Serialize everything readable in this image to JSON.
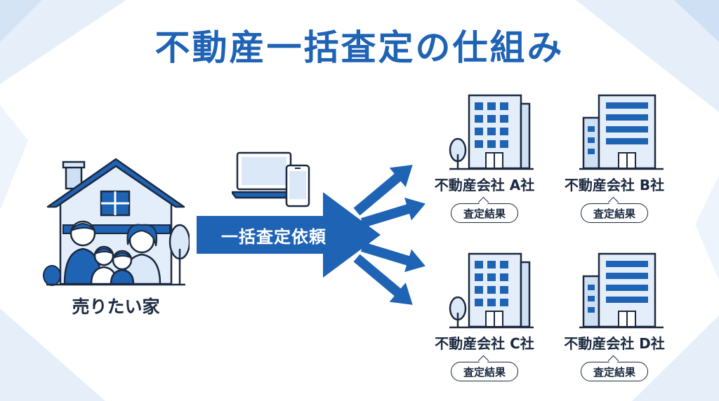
{
  "title": "不動産一括査定の仕組み",
  "house": {
    "label": "売りたい家"
  },
  "request": {
    "label": "一括査定依頼"
  },
  "companies": [
    {
      "name": "不動産会社 A社",
      "result": "査定結果"
    },
    {
      "name": "不動産会社 B社",
      "result": "査定結果"
    },
    {
      "name": "不動産会社 C社",
      "result": "査定結果"
    },
    {
      "name": "不動産会社 D社",
      "result": "査定結果"
    }
  ],
  "colors": {
    "primary": "#1f63b5",
    "text": "#1b2a40",
    "light": "#dbe8f8"
  },
  "icons": [
    "house-with-family-icon",
    "laptop-icon",
    "smartphone-icon",
    "office-building-icon"
  ]
}
